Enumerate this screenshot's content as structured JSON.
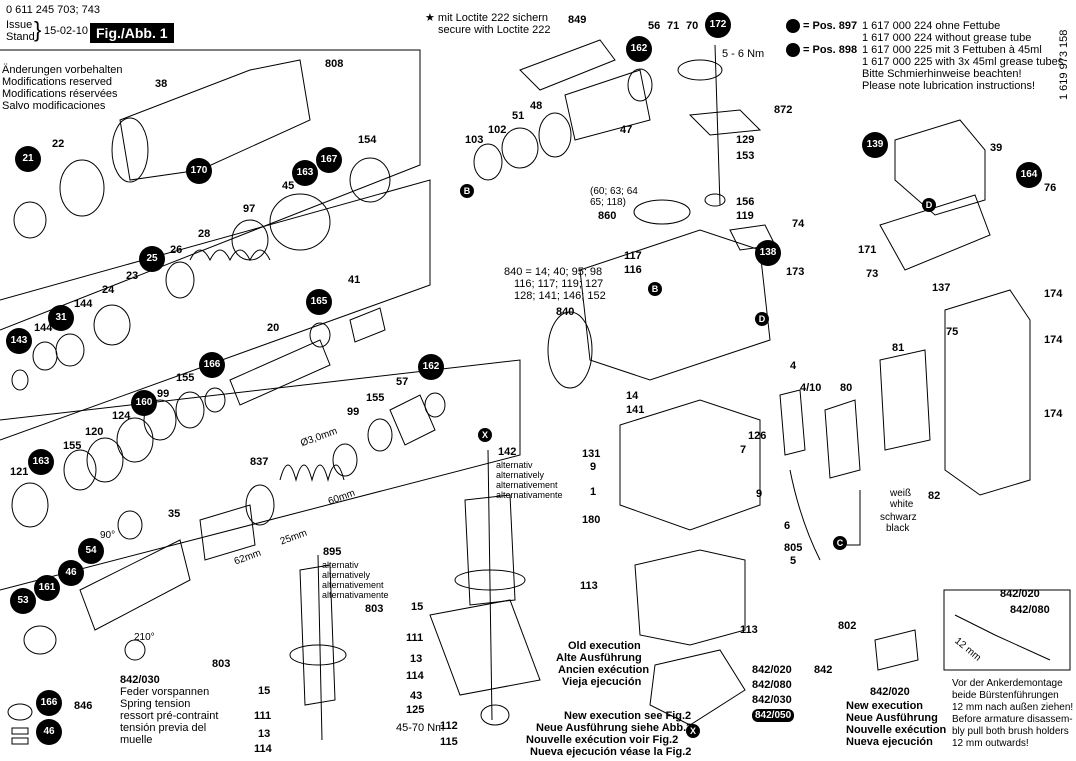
{
  "header": {
    "doc_numbers": "0 611 245 703; 743",
    "issue_label": "Issue",
    "stand_label": "Stand",
    "issue_date": "15-02-10",
    "fig_label": "Fig./Abb. 1",
    "modifications": [
      "Änderungen vorbehalten",
      "Modifications reserved",
      "Modifications réservées",
      "Salvo modificaciones"
    ]
  },
  "loctite": {
    "line1": "★ mit Loctite 222 sichern",
    "line2": "secure with Loctite 222"
  },
  "lubrication": {
    "pos897_label": "= Pos. 897",
    "pos897_a": "1 617 000 224 ohne Fettube",
    "pos897_b": "1 617 000 224 without grease tube",
    "pos898_label": "= Pos. 898",
    "pos898_a": "1 617 000 225 mit 3 Fettuben à 45ml",
    "pos898_b": "1 617 000 225 with 3x 45ml grease tubes",
    "note_de": "Bitte Schmierhinweise beachten!",
    "note_en": "Please note lubrication instructions!"
  },
  "side_number": "1 619 973 158",
  "circled": [
    "21",
    "170",
    "163",
    "167",
    "25",
    "165",
    "143",
    "31",
    "166",
    "160",
    "163",
    "162",
    "54",
    "46",
    "53",
    "161",
    "166",
    "46",
    "162",
    "172",
    "139",
    "164",
    "138",
    "B",
    "B",
    "D",
    "D",
    "C",
    "X",
    "X"
  ],
  "labels": {
    "l38": "38",
    "l808": "808",
    "l22": "22",
    "l154": "154",
    "l45": "45",
    "l97": "97",
    "l28": "28",
    "l26": "26",
    "l24": "24",
    "l23": "23",
    "l144a": "144",
    "l144b": "144",
    "l41": "41",
    "l20": "20",
    "l155a": "155",
    "l99a": "99",
    "l124": "124",
    "l57": "57",
    "l99b": "99",
    "l155b": "155",
    "l155c": "155",
    "l120": "120",
    "l121": "121",
    "l837": "837",
    "l35": "35",
    "l142": "142",
    "l895": "895",
    "l803a": "803",
    "l803b": "803",
    "l15a": "15",
    "l15b": "15",
    "l111a": "111",
    "l111b": "111",
    "l13a": "13",
    "l13b": "13",
    "l114a": "114",
    "l114b": "114",
    "l43": "43",
    "l125": "125",
    "l112": "112",
    "l115": "115",
    "l846": "846",
    "l849": "849",
    "l56": "56",
    "l71": "71",
    "l70": "70",
    "l48": "48",
    "l51": "51",
    "l47": "47",
    "l103": "103",
    "l102": "102",
    "l860": "860",
    "l117": "117",
    "l116": "116",
    "l840": "840",
    "l14": "14",
    "l141": "141",
    "l131": "131",
    "l9a": "9",
    "l1": "1",
    "l180": "180",
    "l7": "7",
    "l126": "126",
    "l9b": "9",
    "l872": "872",
    "l129": "129",
    "l153": "153",
    "l156": "156",
    "l119": "119",
    "l74": "74",
    "l173": "173",
    "l39": "39",
    "l76": "76",
    "l171": "171",
    "l73": "73",
    "l137": "137",
    "l174a": "174",
    "l174b": "174",
    "l174c": "174",
    "l75": "75",
    "l81": "81",
    "l4": "4",
    "l410": "4/10",
    "l80": "80",
    "l82": "82",
    "l6": "6",
    "l805": "805",
    "l5": "5",
    "l113a": "113",
    "l113b": "113",
    "l802": "802",
    "l842": "842",
    "l842020": "842/020",
    "l842080": "842/080",
    "l842030": "842/030",
    "l842050": "842/050",
    "l842020b": "842/020",
    "l842020c": "842/020",
    "l842080c": "842/080"
  },
  "annotations": {
    "torque_5_6": "5 - 6 Nm",
    "gear_refs": "(60; 63; 64\n65; 118)",
    "set840_1": "840 = 14; 40; 95; 98",
    "set840_2": "116; 117; 119; 127",
    "set840_3": "128; 141; 146; 152",
    "alt_lines": [
      "alternativ",
      "alternatively",
      "alternativement",
      "alternativamente"
    ],
    "dim_phi3": "Ø3,0mm",
    "dim_60": "60mm",
    "dim_62": "62mm",
    "dim_25": "25mm",
    "angle_90": "90°",
    "angle_210": "210°",
    "spring_title": "842/030",
    "spring_lines": [
      "Feder vorspannen",
      "Spring tension",
      "ressort pré-contraint",
      "tensión previa del",
      "muelle"
    ],
    "torque_45_70": "45-70 Nm",
    "old_exec": [
      "Old execution",
      "Alte Ausführung",
      "Ancien exécution",
      "Vieja ejecución"
    ],
    "new_exec_fig2": [
      "New execution see Fig.2",
      "Neue Ausführung siehe Abb.2",
      "Nouvelle exécution voir Fig.2",
      "Nueva ejecución véase la Fig.2"
    ],
    "new_exec": [
      "New execution",
      "Neue Ausführung",
      "Nouvelle exécution",
      "Nueva ejecución"
    ],
    "wires": [
      "weiß",
      "white",
      "schwarz",
      "black"
    ],
    "brush_note": [
      "Vor der Ankerdemontage",
      "beide Bürstenführungen",
      "12 mm nach außen ziehen!",
      "Before armature disassem-",
      "bly pull both brush holders",
      "12 mm outwards!"
    ],
    "dim_12": "12 mm"
  }
}
